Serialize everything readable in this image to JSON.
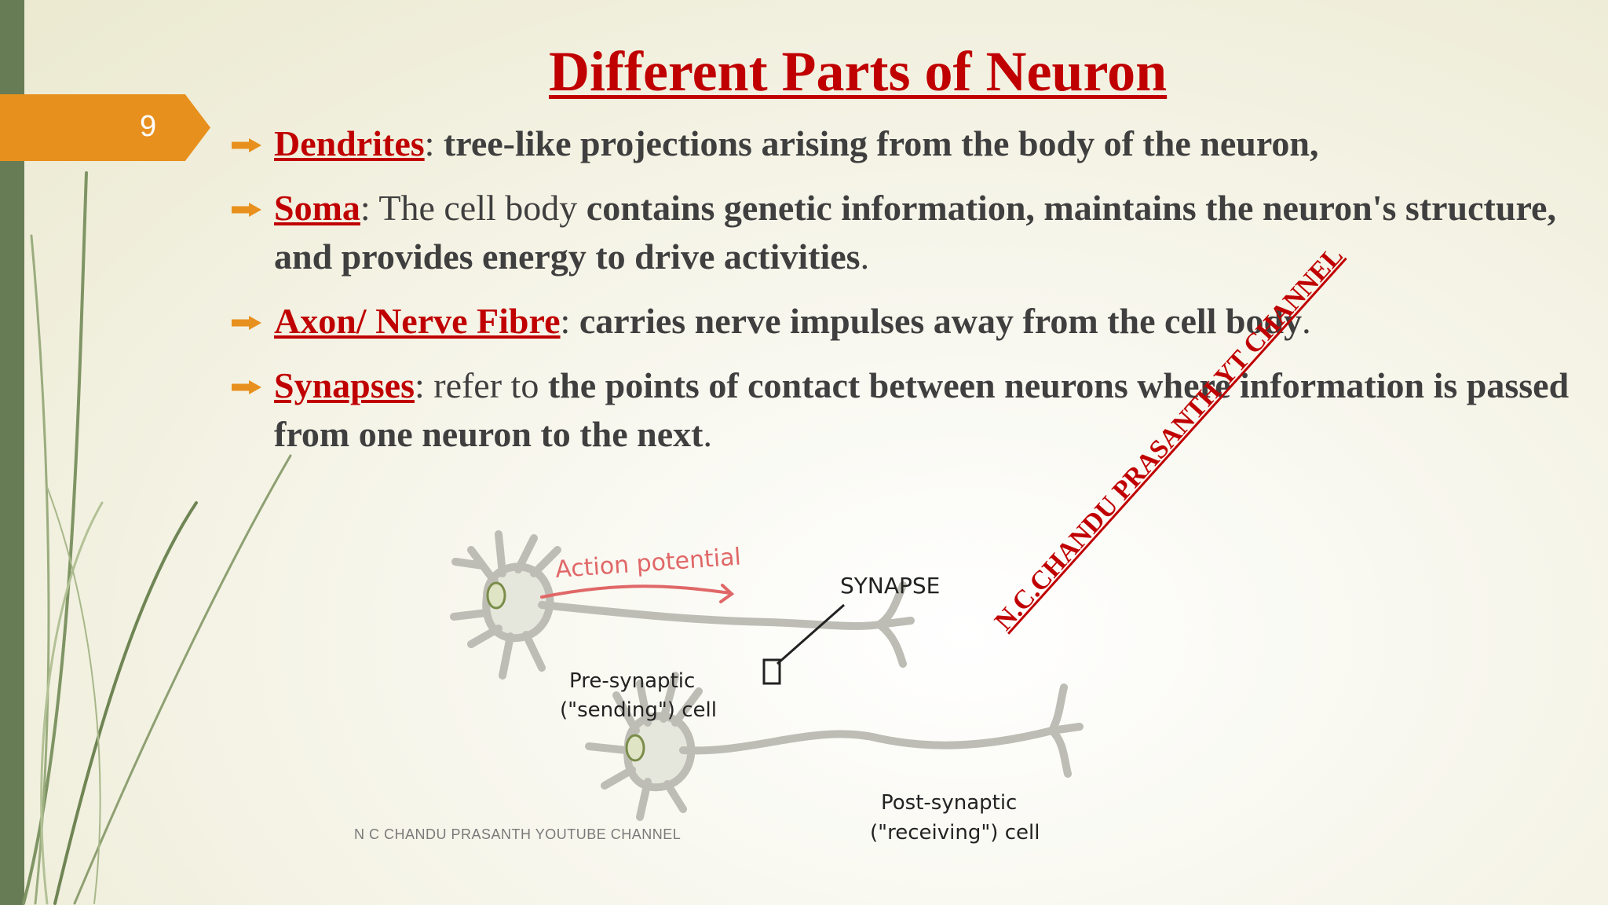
{
  "slide": {
    "number": "9",
    "title": "Different Parts of Neuron",
    "footer": "N C CHANDU PRASANTH YOUTUBE CHANNEL",
    "watermark": "N.C.CHANDU PRASANTH YT CHANNEL"
  },
  "bullets": [
    {
      "term": "Dendrites",
      "sep": ": ",
      "plain": "",
      "bold": "tree-like projections arising from the body of the neuron,",
      "end": ""
    },
    {
      "term": "Soma",
      "sep": ": ",
      "plain": "The cell body ",
      "bold": "contains genetic information, maintains the neuron's structure, and provides energy to drive activities",
      "end": "."
    },
    {
      "term": "Axon/ Nerve Fibre",
      "sep": ": ",
      "plain": "",
      "bold": "carries nerve impulses away from the cell body",
      "end": "."
    },
    {
      "term": "Synapses",
      "sep": ":  ",
      "plain": "refer to ",
      "bold": "the points of contact between neurons where information is passed from one neuron to the next",
      "end": "."
    }
  ],
  "diagram": {
    "action_potential": "Action potential",
    "synapse": "SYNAPSE",
    "pre_line1": "Pre-synaptic",
    "pre_line2": "(\"sending\") cell",
    "post_line1": "Post-synaptic",
    "post_line2": "(\"receiving\") cell"
  },
  "colors": {
    "accent": "#e8901d",
    "title_red": "#c00000",
    "sidebar_green": "#677c55"
  }
}
